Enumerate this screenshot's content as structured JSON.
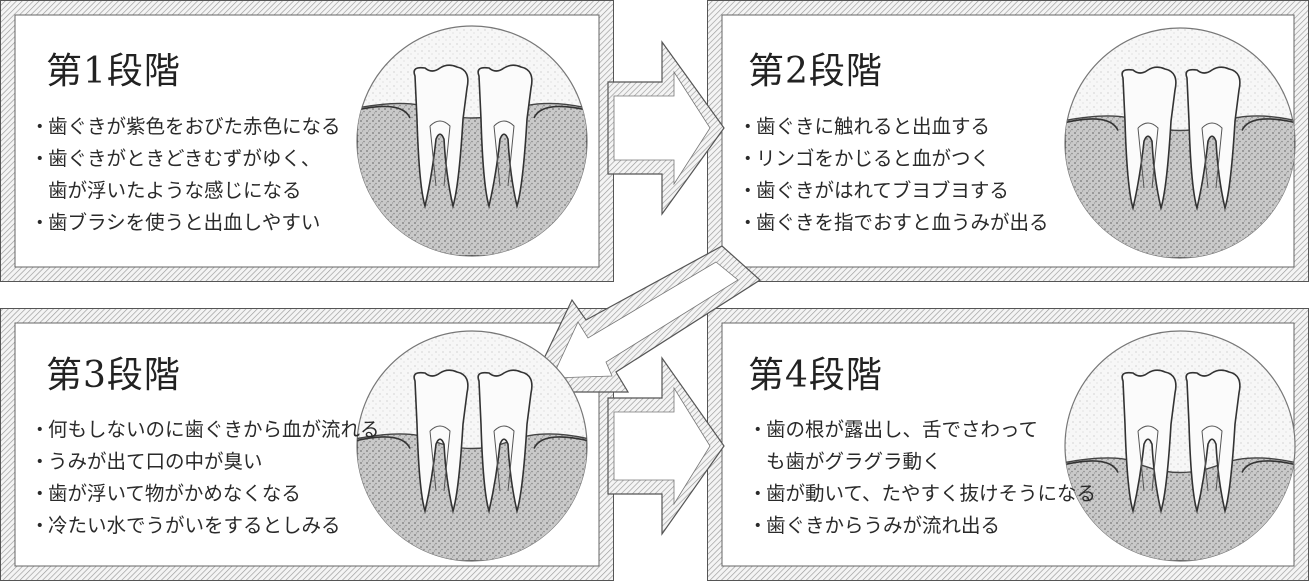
{
  "stages": [
    {
      "title": "第1段階",
      "lines": [
        {
          "bullet": true,
          "text": "歯ぐきが紫色をおびた赤色になる"
        },
        {
          "bullet": true,
          "text": "歯ぐきがときどきむずがゆく、"
        },
        {
          "bullet": false,
          "text": "歯が浮いたような感じになる"
        },
        {
          "bullet": true,
          "text": "歯ブラシを使うと出血しやすい"
        }
      ]
    },
    {
      "title": "第2段階",
      "lines": [
        {
          "bullet": true,
          "text": "歯ぐきに触れると出血する"
        },
        {
          "bullet": true,
          "text": "リンゴをかじると血がつく"
        },
        {
          "bullet": true,
          "text": "歯ぐきがはれてブヨブヨする"
        },
        {
          "bullet": true,
          "text": "歯ぐきを指でおすと血うみが出る"
        }
      ]
    },
    {
      "title": "第3段階",
      "lines": [
        {
          "bullet": true,
          "text": "何もしないのに歯ぐきから血が流れる"
        },
        {
          "bullet": true,
          "text": "うみが出て口の中が臭い"
        },
        {
          "bullet": true,
          "text": "歯が浮いて物がかめなくなる"
        },
        {
          "bullet": true,
          "text": "冷たい水でうがいをするとしみる"
        }
      ]
    },
    {
      "title": "第4段階",
      "lines": [
        {
          "bullet": true,
          "text": "歯の根が露出し、舌でさわって"
        },
        {
          "bullet": false,
          "text": "も歯がグラグラ動く"
        },
        {
          "bullet": true,
          "text": "歯が動いて、たやすく抜けそうになる"
        },
        {
          "bullet": true,
          "text": "歯ぐきからうみが流れ出る"
        }
      ]
    }
  ]
}
